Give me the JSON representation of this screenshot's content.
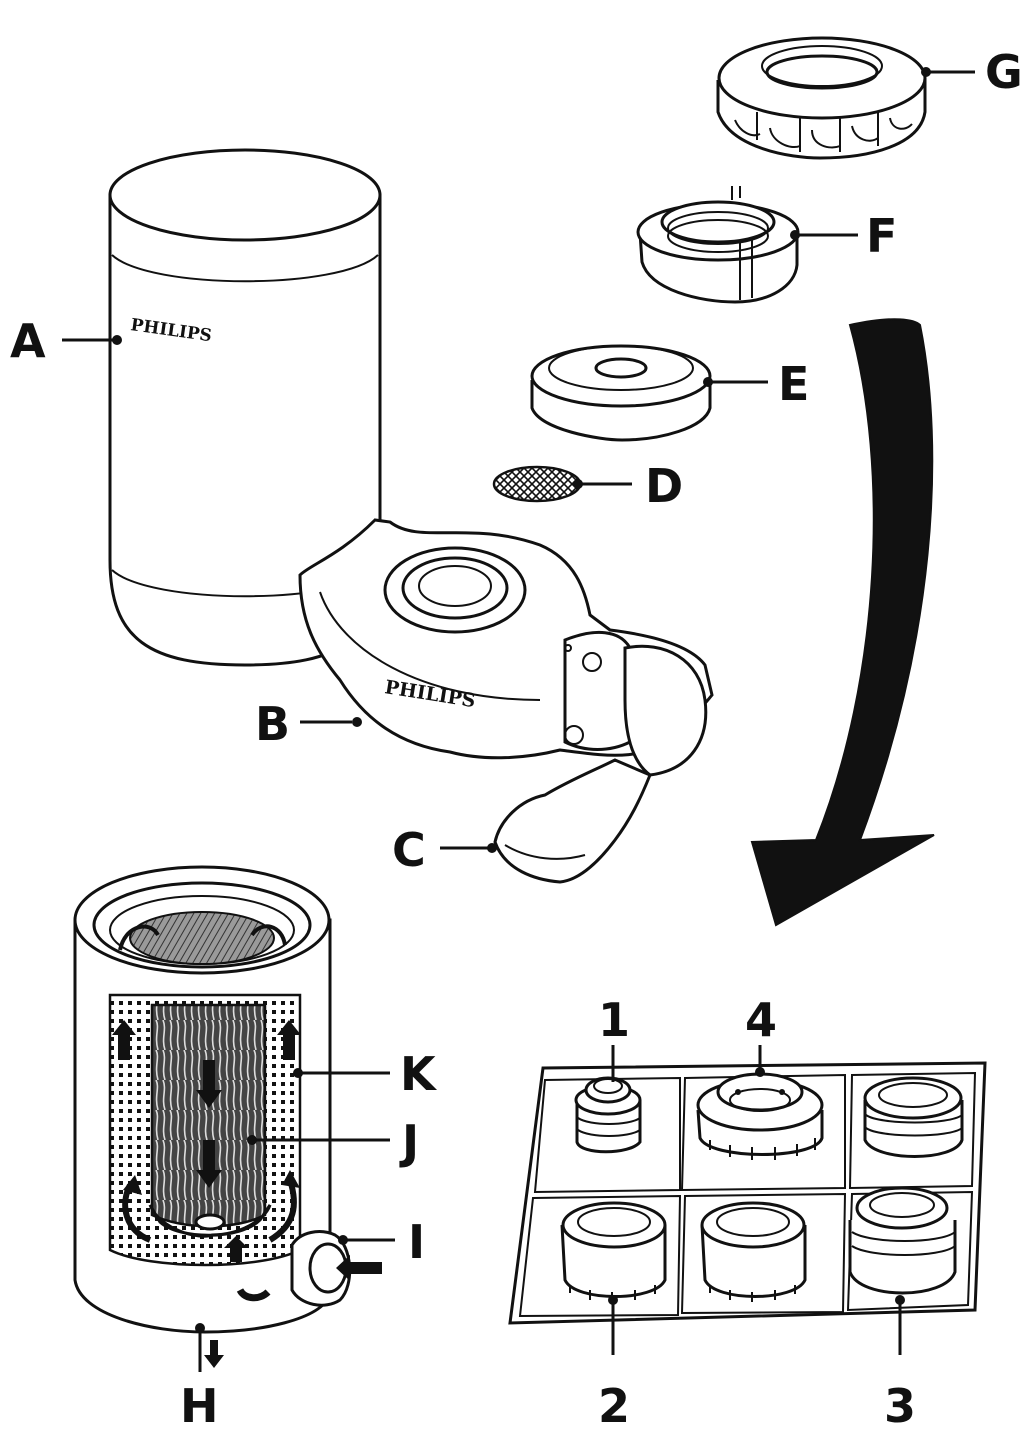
{
  "brand": "PHILIPS",
  "labels": {
    "A": "A",
    "B": "B",
    "C": "C",
    "D": "D",
    "E": "E",
    "F": "F",
    "G": "G",
    "H": "H",
    "I": "I",
    "J": "J",
    "K": "K"
  },
  "adapters": {
    "n1": "1",
    "n2": "2",
    "n3": "3",
    "n4": "4"
  },
  "colors": {
    "ink": "#111111",
    "paper": "#ffffff"
  },
  "icons": [
    "curved-arrow-icon",
    "water-flow-arrow-icon"
  ]
}
